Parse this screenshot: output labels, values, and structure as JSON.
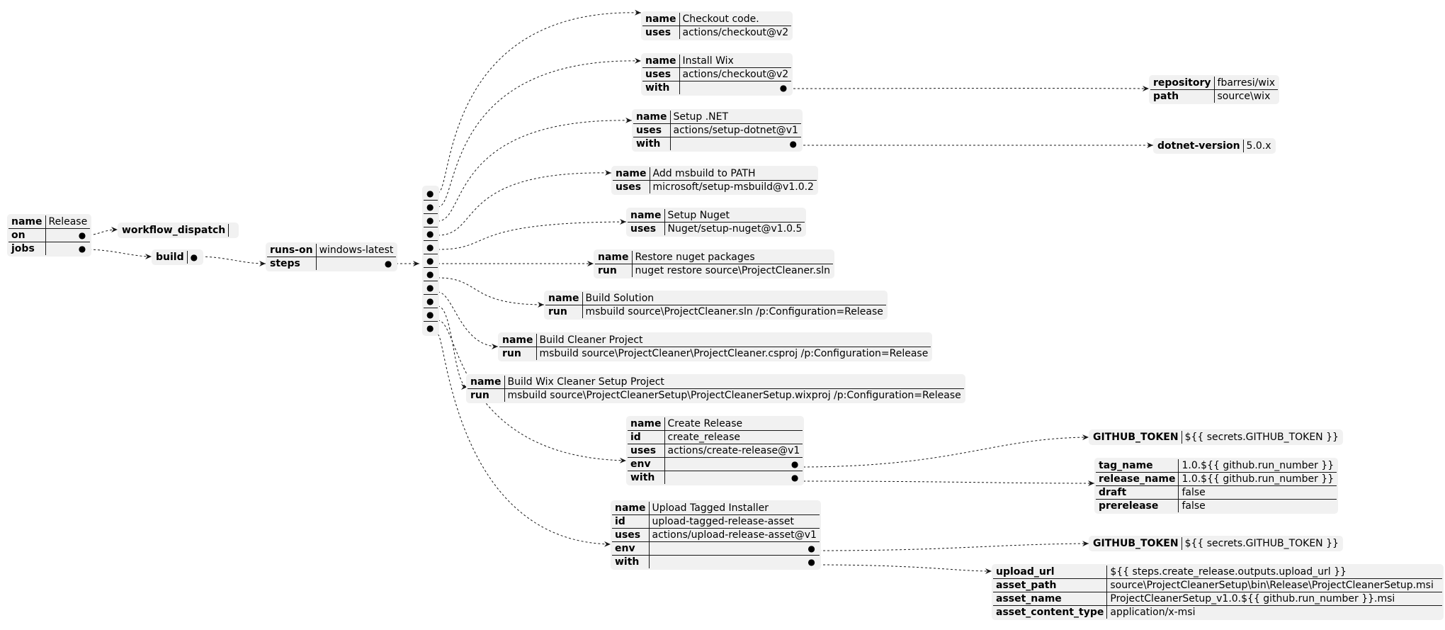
{
  "root": {
    "rows": [
      {
        "key": "name",
        "value": "Release"
      },
      {
        "key": "on",
        "value": ""
      },
      {
        "key": "jobs",
        "value": ""
      }
    ]
  },
  "on": {
    "rows": [
      {
        "key": "workflow_dispatch",
        "value": ""
      }
    ]
  },
  "jobs": {
    "rows": [
      {
        "key": "build",
        "value": ""
      }
    ]
  },
  "build": {
    "rows": [
      {
        "key": "runs-on",
        "value": "windows-latest"
      },
      {
        "key": "steps",
        "value": ""
      }
    ]
  },
  "steps": [
    {
      "rows": [
        {
          "key": "name",
          "value": "Checkout code."
        },
        {
          "key": "uses",
          "value": "actions/checkout@v2"
        }
      ]
    },
    {
      "rows": [
        {
          "key": "name",
          "value": "Install Wix"
        },
        {
          "key": "uses",
          "value": "actions/checkout@v2"
        },
        {
          "key": "with",
          "value": ""
        }
      ],
      "with": {
        "rows": [
          {
            "key": "repository",
            "value": "fbarresi/wix"
          },
          {
            "key": "path",
            "value": "source\\wix"
          }
        ]
      }
    },
    {
      "rows": [
        {
          "key": "name",
          "value": "Setup .NET"
        },
        {
          "key": "uses",
          "value": "actions/setup-dotnet@v1"
        },
        {
          "key": "with",
          "value": ""
        }
      ],
      "with": {
        "rows": [
          {
            "key": "dotnet-version",
            "value": "5.0.x"
          }
        ]
      }
    },
    {
      "rows": [
        {
          "key": "name",
          "value": "Add msbuild to PATH"
        },
        {
          "key": "uses",
          "value": "microsoft/setup-msbuild@v1.0.2"
        }
      ]
    },
    {
      "rows": [
        {
          "key": "name",
          "value": "Setup Nuget"
        },
        {
          "key": "uses",
          "value": "Nuget/setup-nuget@v1.0.5"
        }
      ]
    },
    {
      "rows": [
        {
          "key": "name",
          "value": "Restore nuget packages"
        },
        {
          "key": "run",
          "value": "nuget restore source\\ProjectCleaner.sln"
        }
      ]
    },
    {
      "rows": [
        {
          "key": "name",
          "value": "Build Solution"
        },
        {
          "key": "run",
          "value": "msbuild source\\ProjectCleaner.sln /p:Configuration=Release"
        }
      ]
    },
    {
      "rows": [
        {
          "key": "name",
          "value": "Build Cleaner Project"
        },
        {
          "key": "run",
          "value": "msbuild source\\ProjectCleaner\\ProjectCleaner.csproj /p:Configuration=Release"
        }
      ]
    },
    {
      "rows": [
        {
          "key": "name",
          "value": "Build Wix Cleaner Setup Project"
        },
        {
          "key": "run",
          "value": "msbuild source\\ProjectCleanerSetup\\ProjectCleanerSetup.wixproj /p:Configuration=Release"
        }
      ]
    },
    {
      "rows": [
        {
          "key": "name",
          "value": "Create Release"
        },
        {
          "key": "id",
          "value": "create_release"
        },
        {
          "key": "uses",
          "value": "actions/create-release@v1"
        },
        {
          "key": "env",
          "value": ""
        },
        {
          "key": "with",
          "value": ""
        }
      ],
      "env": {
        "rows": [
          {
            "key": "GITHUB_TOKEN",
            "value": "${{ secrets.GITHUB_TOKEN }}"
          }
        ]
      },
      "with": {
        "rows": [
          {
            "key": "tag_name",
            "value": "1.0.${{ github.run_number }}"
          },
          {
            "key": "release_name",
            "value": "1.0.${{ github.run_number }}"
          },
          {
            "key": "draft",
            "value": "false"
          },
          {
            "key": "prerelease",
            "value": "false"
          }
        ]
      }
    },
    {
      "rows": [
        {
          "key": "name",
          "value": "Upload Tagged Installer"
        },
        {
          "key": "id",
          "value": "upload-tagged-release-asset"
        },
        {
          "key": "uses",
          "value": "actions/upload-release-asset@v1"
        },
        {
          "key": "env",
          "value": ""
        },
        {
          "key": "with",
          "value": ""
        }
      ],
      "env": {
        "rows": [
          {
            "key": "GITHUB_TOKEN",
            "value": "${{ secrets.GITHUB_TOKEN }}"
          }
        ]
      },
      "with": {
        "rows": [
          {
            "key": "upload_url",
            "value": "${{ steps.create_release.outputs.upload_url }}"
          },
          {
            "key": "asset_path",
            "value": "source\\ProjectCleanerSetup\\bin\\Release\\ProjectCleanerSetup.msi"
          },
          {
            "key": "asset_name",
            "value": "ProjectCleanerSetup_v1.0.${{ github.run_number }}.msi"
          },
          {
            "key": "asset_content_type",
            "value": "application/x-msi"
          }
        ]
      }
    }
  ]
}
